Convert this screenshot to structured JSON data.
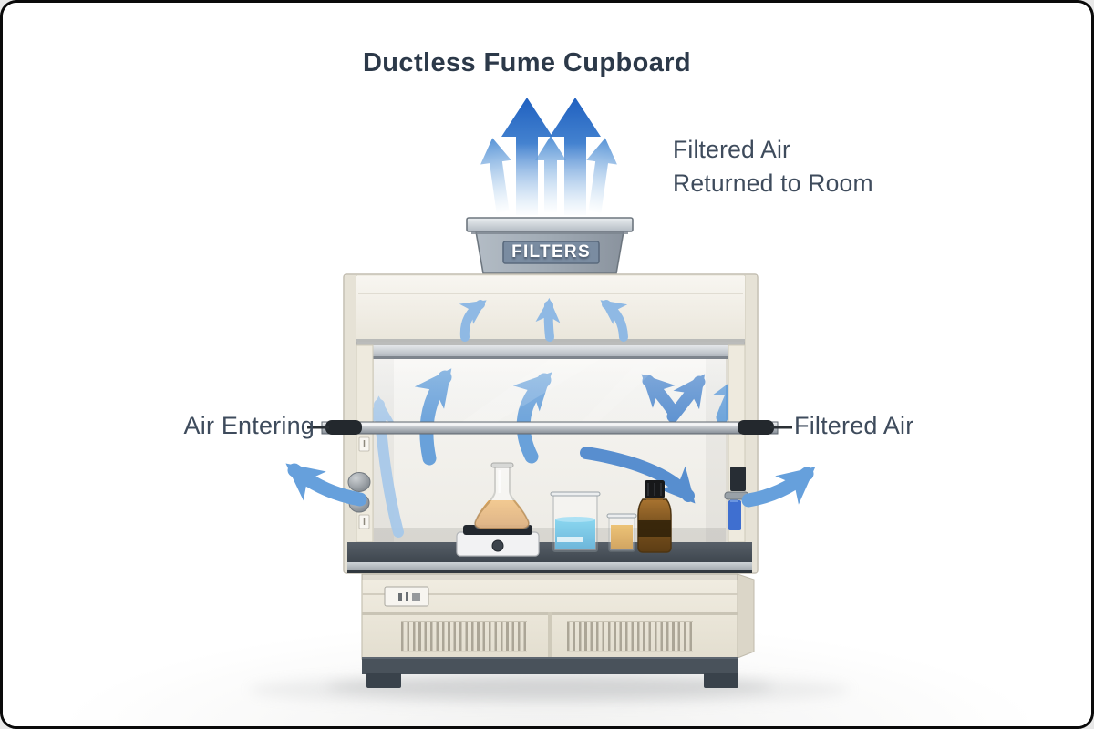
{
  "title": "Ductless Fume Cupboard",
  "filter_unit": {
    "label": "FILTERS"
  },
  "annotations": {
    "exhaust_line1": "Filtered Air",
    "exhaust_line2": "Returned to Room",
    "air_entering": "Air Entering",
    "filtered_air": "Filtered Air"
  },
  "colors": {
    "arrow_dark_blue": "#1f63c2",
    "arrow_mid_blue": "#5e9bd9",
    "arrow_light_blue": "#8fb9e4",
    "title_text": "#2c3949",
    "label_text": "#3e4b5c",
    "cabinet_cream": "#efece3",
    "worktop_gray": "#4a525a",
    "filter_plate_blue_gray": "#7a8ca1"
  }
}
